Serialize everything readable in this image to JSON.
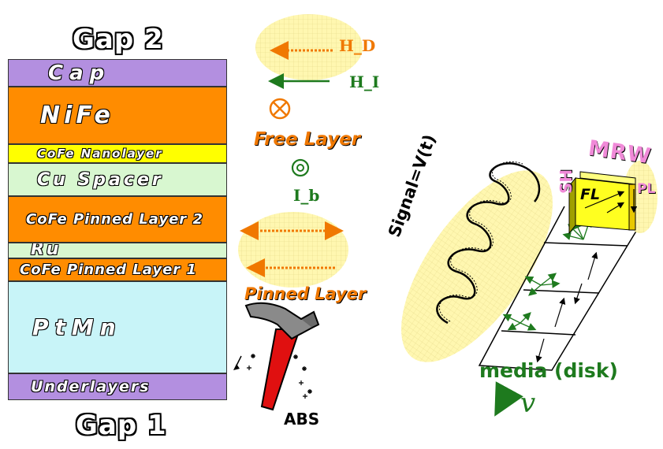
{
  "stack": {
    "gap_top": "Gap 2",
    "gap_bottom": "Gap 1",
    "layers": {
      "cap": "Cap",
      "nife": "NiFe",
      "cofe_nanolayer": "CoFe Nanolayer",
      "cu_spacer": "Cu Spacer",
      "cofe_pinned_2": "CoFe Pinned Layer 2",
      "ru": "Ru",
      "cofe_pinned_1": "CoFe Pinned Layer 1",
      "ptmn": "PtMn",
      "underlayers": "Underlayers"
    }
  },
  "fields": {
    "h_d": "H_D",
    "h_i": "H_I",
    "free_layer": "Free Layer",
    "i_b": "I_b",
    "pinned_layer": "Pinned Layer",
    "abs": "ABS"
  },
  "head": {
    "signal": "Signal=V(t)",
    "mrw": "MRW",
    "sh": "SH",
    "fl": "FL",
    "pl": "PL",
    "media": "media (disk)",
    "velocity": "v"
  },
  "colors": {
    "cap": "#b38fe0",
    "nife": "#ff8c00",
    "nanolayer": "#ffff00",
    "spacer": "#d8f7d0",
    "ru": "#d8f7d0",
    "ptmn": "#c8f4f8",
    "highlight": "#fff7b0",
    "orange": "#f07800",
    "green": "#1e7a1e"
  }
}
